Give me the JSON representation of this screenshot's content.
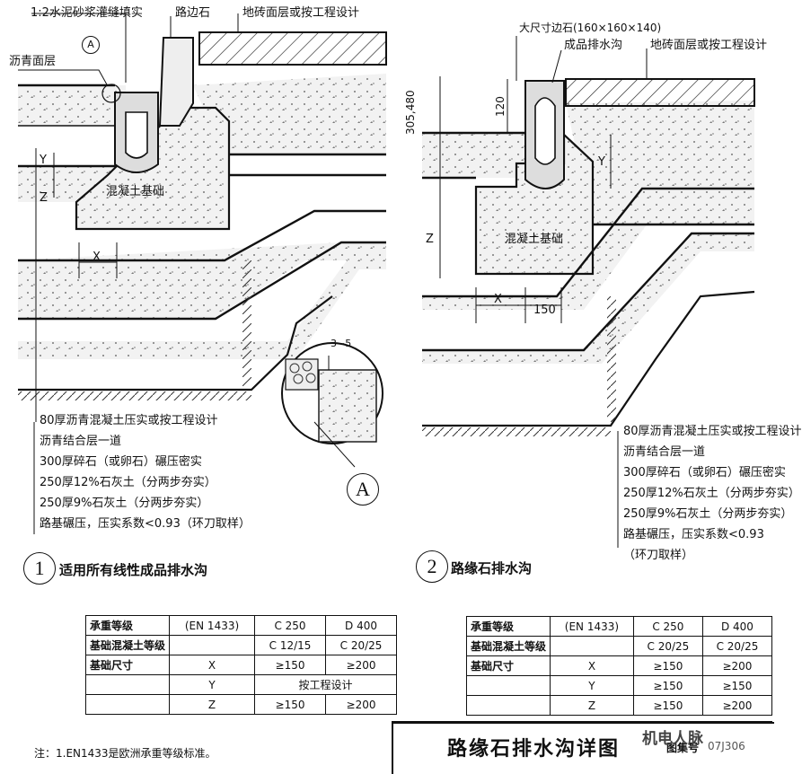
{
  "left": {
    "labels": {
      "mortar": "1:2水泥砂浆灌缝填实",
      "curb": "路边石",
      "brick": "地砖面层或按工程设计",
      "asphalt": "沥青面层",
      "section": "A",
      "concrete": "混凝土基础",
      "x": "X",
      "y": "Y",
      "z": "Z",
      "gap": "3~5"
    },
    "layers": [
      "80厚沥青混凝土压实或按工程设计",
      "沥青结合层一道",
      "300厚碎石（或卵石）碾压密实",
      "250厚12%石灰土（分两步夯实）",
      "250厚9%石灰土（分两步夯实）",
      "路基碾压，压实系数<0.93（环刀取样）"
    ],
    "detail_mark": "A",
    "caption_num": "1",
    "caption": "适用所有线性成品排水沟"
  },
  "right": {
    "labels": {
      "curb": "大尺寸边石(160×160×140)",
      "channel": "成品排水沟",
      "brick": "地砖面层或按工程设计",
      "dim_a": "305,480",
      "dim_b": "120",
      "y": "Y",
      "z": "Z",
      "x": "X",
      "w150": "150",
      "concrete": "混凝土基础"
    },
    "layers": [
      "80厚沥青混凝土压实或按工程设计",
      "沥青结合层一道",
      "300厚碎石（或卵石）碾压密实",
      "250厚12%石灰土（分两步夯实）",
      "250厚9%石灰土（分两步夯实）",
      "路基碾压，压实系数<0.93",
      "（环刀取样）"
    ],
    "caption_num": "2",
    "caption": "路缘石排水沟"
  },
  "table_left": {
    "rows": [
      [
        "承重等级",
        "(EN 1433)",
        "C 250",
        "D 400"
      ],
      [
        "基础混凝土等级",
        "",
        "C 12/15",
        "C 20/25"
      ],
      [
        "基础尺寸",
        "X",
        "≥150",
        "≥200"
      ],
      [
        "",
        "Y",
        "按工程设计",
        ""
      ],
      [
        "",
        "Z",
        "≥150",
        "≥200"
      ]
    ]
  },
  "table_right": {
    "rows": [
      [
        "承重等级",
        "(EN 1433)",
        "C 250",
        "D 400"
      ],
      [
        "基础混凝土等级",
        "",
        "C 20/25",
        "C 20/25"
      ],
      [
        "基础尺寸",
        "X",
        "≥150",
        "≥200"
      ],
      [
        "",
        "Y",
        "≥150",
        "≥150"
      ],
      [
        "",
        "Z",
        "≥150",
        "≥200"
      ]
    ]
  },
  "titleblock": {
    "title": "路缘石排水沟详图",
    "label": "图集号",
    "number": "07J306"
  },
  "watermark": "机电人脉",
  "note": "注：1.EN1433是欧洲承重等级标准。",
  "colors": {
    "ink": "#111111",
    "fill": "#f0f0f0"
  }
}
